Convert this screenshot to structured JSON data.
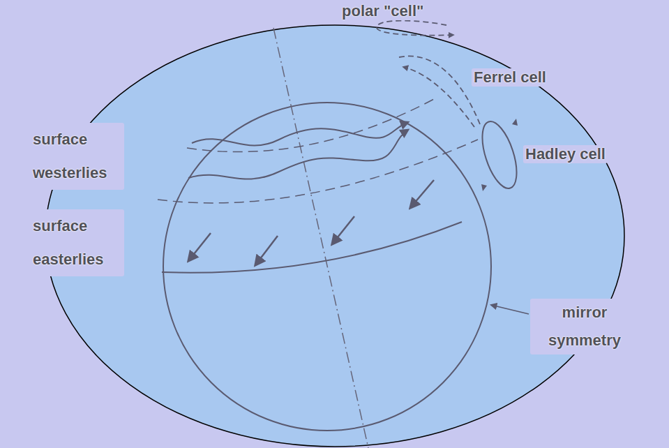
{
  "diagram": {
    "labels": [
      "polar \"cell\"",
      "Ferrel cell",
      "surface westerlies",
      "Hadley cell",
      "surface easterlies",
      "mirror symmetry"
    ]
  }
}
